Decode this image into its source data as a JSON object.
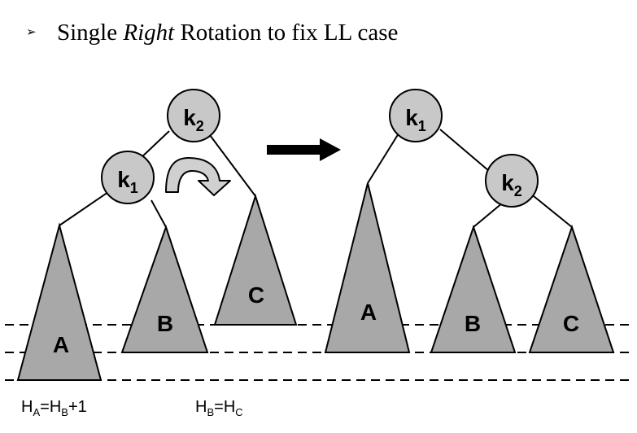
{
  "heading": {
    "bullet": "➢",
    "text_before": "Single ",
    "text_italic": "Right",
    "text_after": " Rotation to fix LL case"
  },
  "before_tree": {
    "root": {
      "label": "k",
      "sub": "2"
    },
    "child": {
      "label": "k",
      "sub": "1"
    },
    "subtrees": [
      "A",
      "B",
      "C"
    ]
  },
  "after_tree": {
    "root": {
      "label": "k",
      "sub": "1"
    },
    "child": {
      "label": "k",
      "sub": "2"
    },
    "subtrees": [
      "A",
      "B",
      "C"
    ]
  },
  "captions": {
    "left": {
      "h1": "H",
      "s1": "A",
      "eq": "=",
      "h2": "H",
      "s2": "B",
      "tail": "+1"
    },
    "right": {
      "h1": "H",
      "s1": "B",
      "eq": "=",
      "h2": "H",
      "s2": "C",
      "tail": ""
    }
  },
  "colors": {
    "node_fill": "#c8c8c8",
    "subtree_fill": "#a8a8a8",
    "stroke": "#000000"
  },
  "icons": {
    "arrow": "right-arrow-icon",
    "rotation": "curved-rotation-arrow-icon"
  }
}
